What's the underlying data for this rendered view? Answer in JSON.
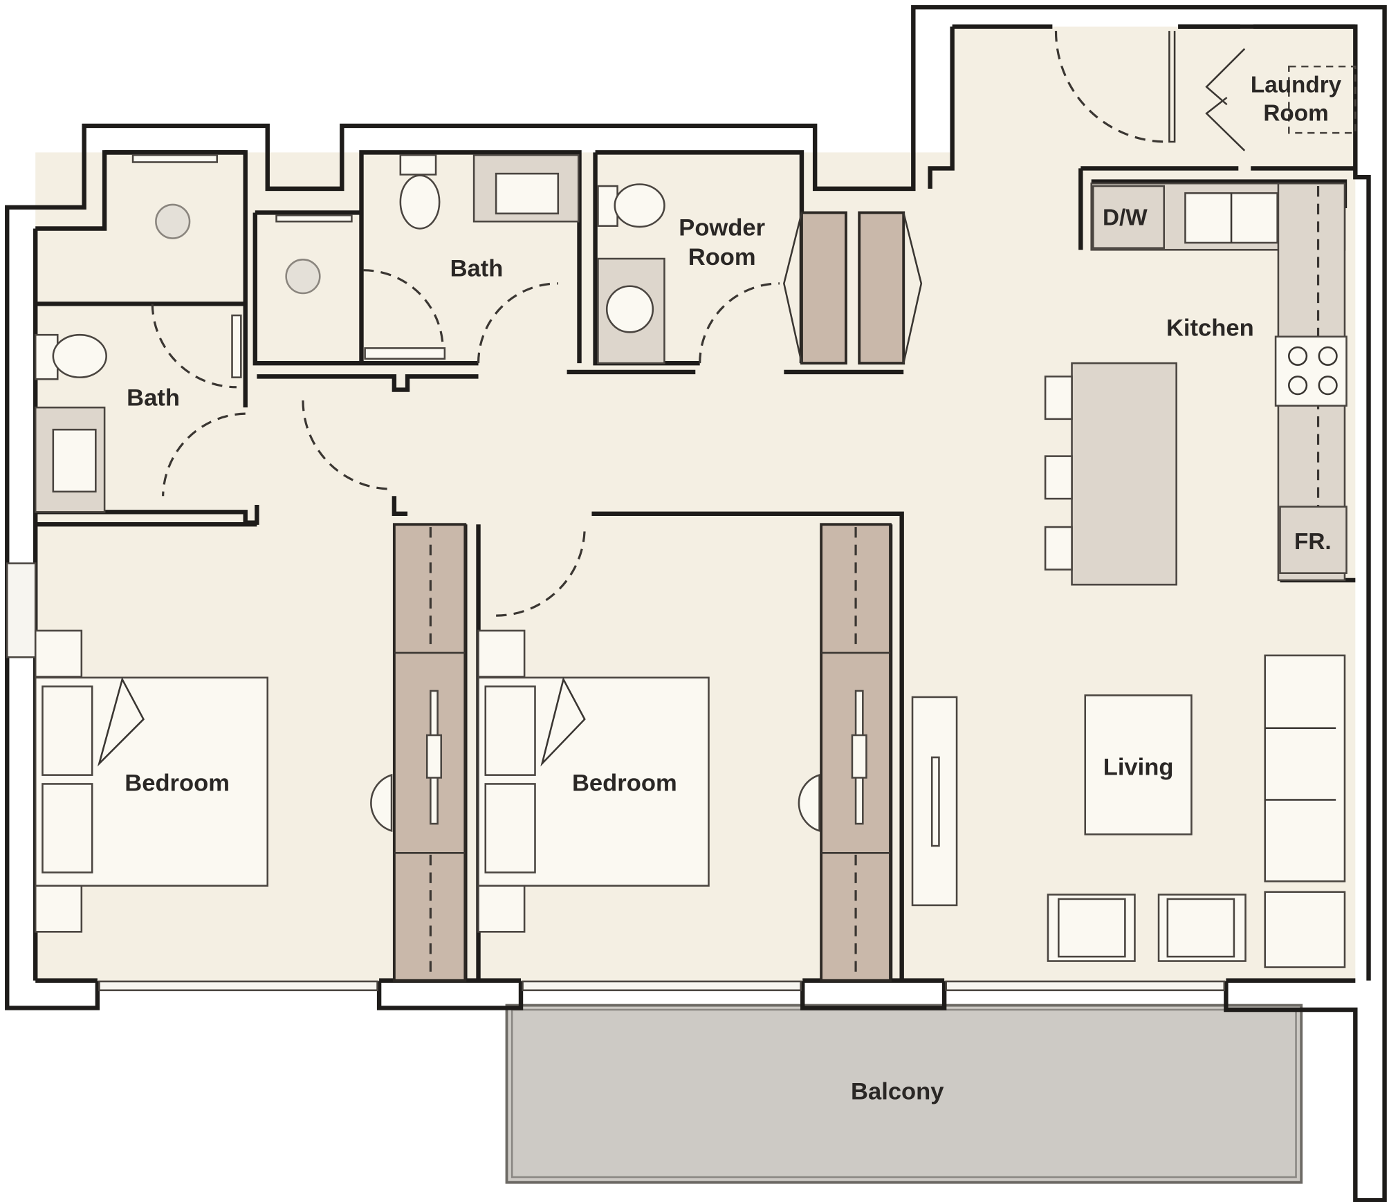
{
  "plan": {
    "type": "apartment floor plan",
    "rooms": [
      {
        "id": "bath-1",
        "label": "Bath"
      },
      {
        "id": "bath-2",
        "label": "Bath"
      },
      {
        "id": "powder-room",
        "label": "Powder Room",
        "lines": [
          "Powder",
          "Room"
        ]
      },
      {
        "id": "laundry-room",
        "label": "Laundry Room",
        "lines": [
          "Laundry",
          "Room"
        ]
      },
      {
        "id": "kitchen",
        "label": "Kitchen"
      },
      {
        "id": "bedroom-1",
        "label": "Bedroom"
      },
      {
        "id": "bedroom-2",
        "label": "Bedroom"
      },
      {
        "id": "living",
        "label": "Living"
      },
      {
        "id": "balcony",
        "label": "Balcony"
      }
    ],
    "appliances": {
      "dishwasher": "D/W",
      "fridge": "FR."
    },
    "colors": {
      "floor": "#f4efe3",
      "wall": "#1e1c1a",
      "wardrobe": "#c9b8aa",
      "counter": "#ddd6cc",
      "balcony": "#cdcac5"
    }
  }
}
